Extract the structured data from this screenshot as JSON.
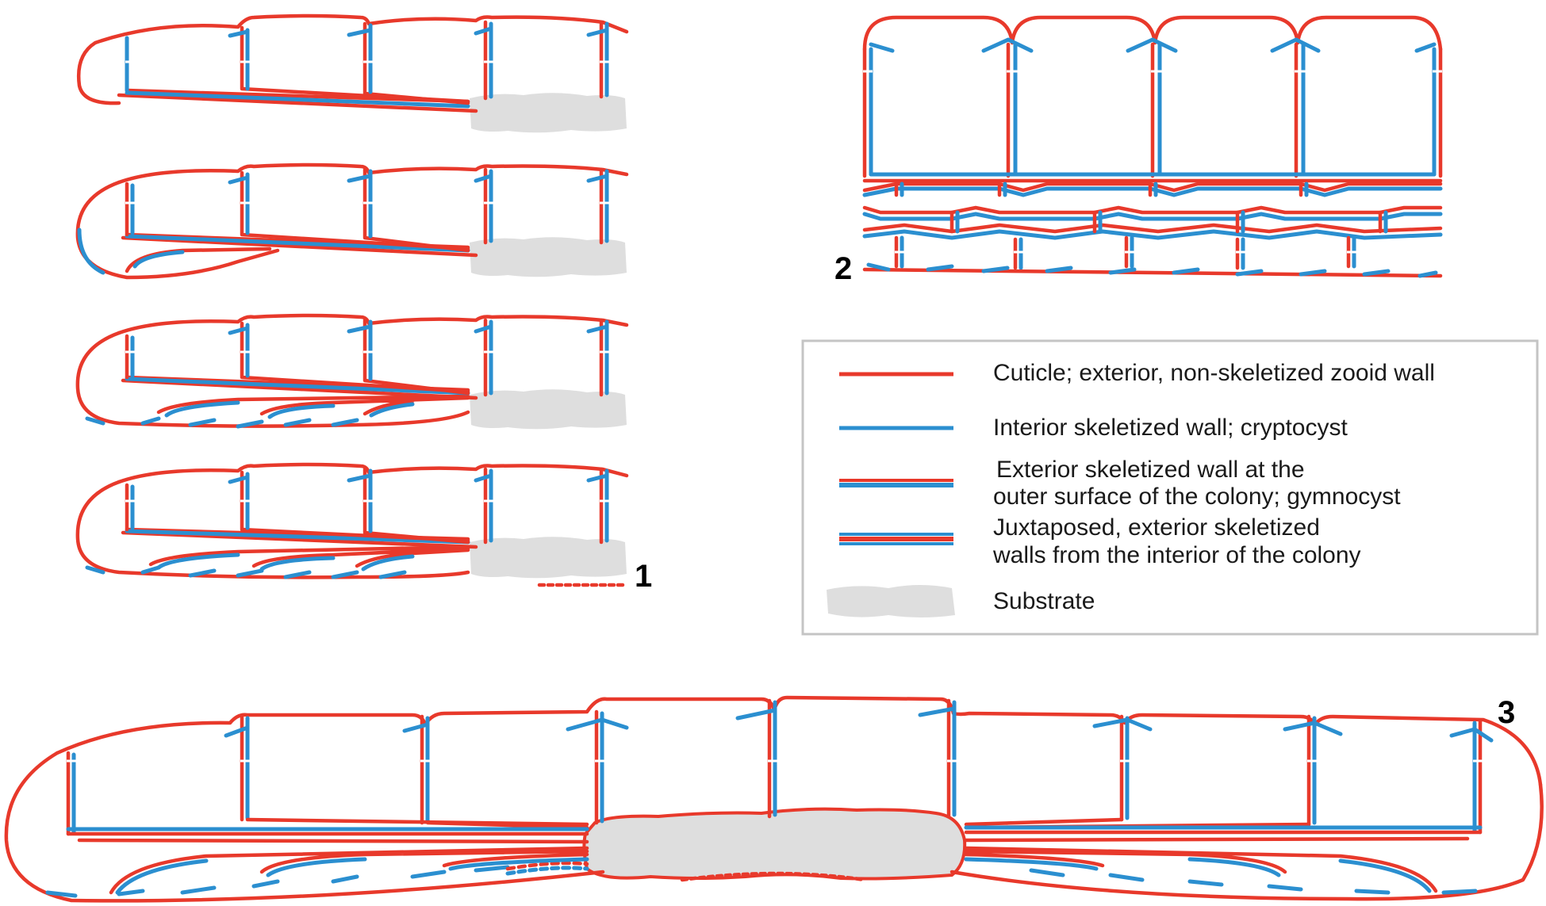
{
  "colors": {
    "cuticle": "#e8392b",
    "skeleton": "#2b8fd0",
    "substrate": "#dedede",
    "legend_border": "#c4c4c4"
  },
  "panels": {
    "p1": "1",
    "p2": "2",
    "p3": "3"
  },
  "legend": {
    "items": [
      {
        "type": "cuticle",
        "lines": [
          "Cuticle; exterior, non-skeletized zooid wall"
        ]
      },
      {
        "type": "interior-skeletized",
        "lines": [
          "Interior skeletized wall; cryptocyst"
        ]
      },
      {
        "type": "exterior-skeletized",
        "lines": [
          "Exterior skeletized wall at the",
          "outer surface of the colony; gymnocyst"
        ]
      },
      {
        "type": "juxtaposed",
        "lines": [
          "Juxtaposed, exterior skeletized",
          "walls from the interior of the colony"
        ]
      },
      {
        "type": "substrate",
        "lines": [
          "Substrate"
        ]
      }
    ]
  }
}
